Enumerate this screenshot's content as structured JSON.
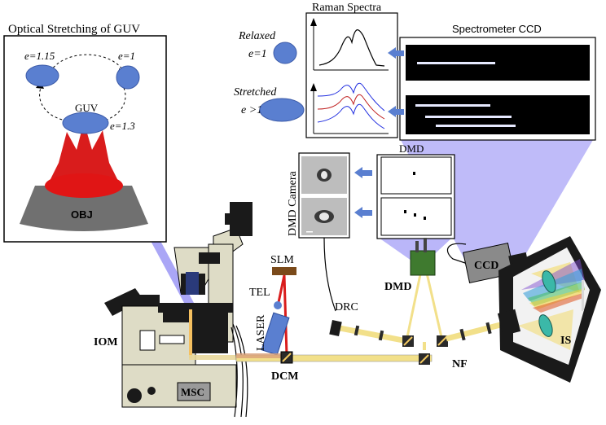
{
  "panels": {
    "stretch": {
      "title": "Optical Stretching of GUV",
      "e_left": "e=1.15",
      "e_right": "e=1",
      "e_bottom": "e=1.3",
      "guv": "GUV",
      "obj": "OBJ"
    },
    "raman": {
      "title": "Raman Spectra",
      "relaxed": "Relaxed",
      "relaxed_e": "e=1",
      "stretched": "Stretched",
      "stretched_e": "e >1"
    },
    "spectrometer": {
      "title": "Spectrometer CCD"
    },
    "dmd_panel": {
      "title": "DMD"
    },
    "dmd_camera": {
      "title": "DMD Camera"
    }
  },
  "setup_labels": {
    "slm": "SLM",
    "tel": "TEL",
    "laser": "LASER",
    "iom": "IOM",
    "msc": "MSC",
    "dcm": "DCM",
    "drc": "DRC",
    "dmd": "DMD",
    "ccd": "CCD",
    "nf": "NF",
    "is": "IS"
  },
  "colors": {
    "highlight": "#9b96f5",
    "guv_blue": "#5a7fd0",
    "beam_red": "#d91c1c",
    "beam_yellow": "#f2e08a",
    "microscope": "#dedcc6",
    "dmd_green": "#3f7a2f"
  }
}
